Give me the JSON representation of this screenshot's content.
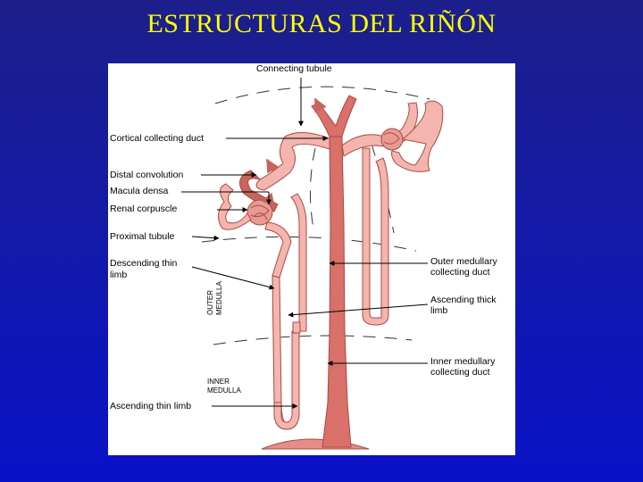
{
  "title": "ESTRUCTURAS DEL RIÑÓN",
  "labels": {
    "connecting_tubule": "Connecting tubule",
    "cortical_collecting_duct": "Cortical collecting duct",
    "distal_convolution": "Distal convolution",
    "macula_densa": "Macula densa",
    "renal_corpuscle": "Renal corpuscle",
    "proximal_tubule": "Proximal tubule",
    "descending_thin_limb_1": "Descending thin",
    "descending_thin_limb_2": "limb",
    "outer_medullary_collecting_duct_1": "Outer medullary",
    "outer_medullary_collecting_duct_2": "collecting duct",
    "ascending_thick_limb_1": "Ascending thick",
    "ascending_thick_limb_2": "limb",
    "inner_medullary_collecting_duct_1": "Inner medullary",
    "inner_medullary_collecting_duct_2": "collecting duct",
    "ascending_thin_limb": "Ascending thin limb"
  },
  "zones": {
    "outer_medulla_1": "OUTER",
    "outer_medulla_2": "MEDULLA",
    "inner_medulla_1": "INNER",
    "inner_medulla_2": "MEDULLA"
  },
  "colors": {
    "background_top": "#1c1f8a",
    "background_bottom": "#0a12c8",
    "title": "#ffff00",
    "tubule_fill": "#f3b5ae",
    "tubule_dark": "#c9645c",
    "duct_fill": "#d9706a",
    "outline": "#a84a44"
  }
}
